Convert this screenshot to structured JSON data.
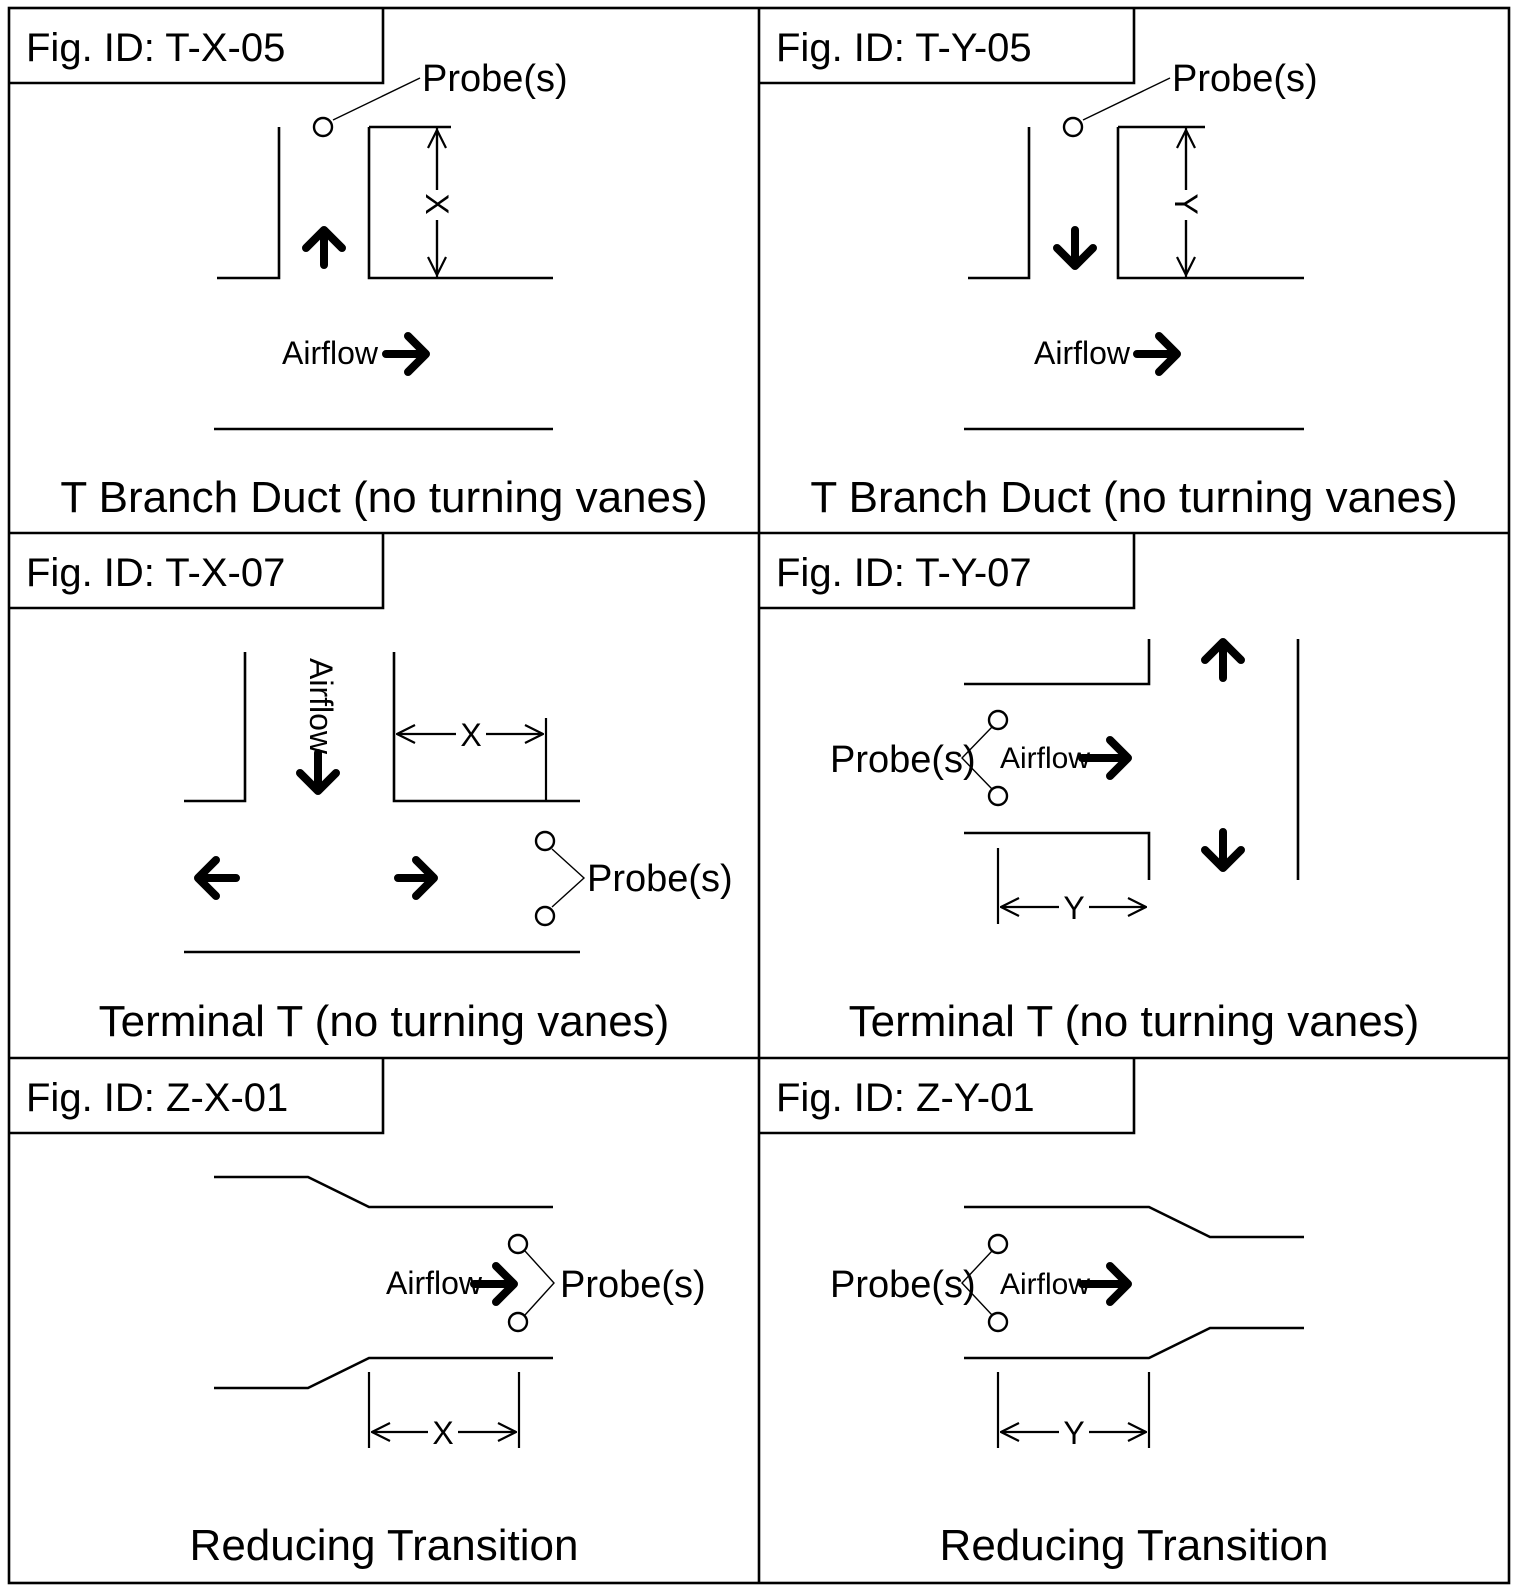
{
  "panels": [
    {
      "fig_id": "Fig. ID: T-X-05",
      "caption": "T Branch Duct (no turning vanes)",
      "probe_label": "Probe(s)",
      "airflow_label": "Airflow",
      "dimension_label": "X"
    },
    {
      "fig_id": "Fig. ID: T-Y-05",
      "caption": "T Branch Duct (no turning vanes)",
      "probe_label": "Probe(s)",
      "airflow_label": "Airflow",
      "dimension_label": "Y"
    },
    {
      "fig_id": "Fig. ID: T-X-07",
      "caption": "Terminal T (no turning vanes)",
      "probe_label": "Probe(s)",
      "airflow_label": "Airflow",
      "dimension_label": "X"
    },
    {
      "fig_id": "Fig. ID: T-Y-07",
      "caption": "Terminal T (no turning vanes)",
      "probe_label": "Probe(s)",
      "airflow_label": "Airflow",
      "dimension_label": "Y"
    },
    {
      "fig_id": "Fig. ID: Z-X-01",
      "caption": "Reducing Transition",
      "probe_label": "Probe(s)",
      "airflow_label": "Airflow",
      "dimension_label": "X"
    },
    {
      "fig_id": "Fig. ID: Z-Y-01",
      "caption": "Reducing Transition",
      "probe_label": "Probe(s)",
      "airflow_label": "Airflow",
      "dimension_label": "Y"
    }
  ]
}
